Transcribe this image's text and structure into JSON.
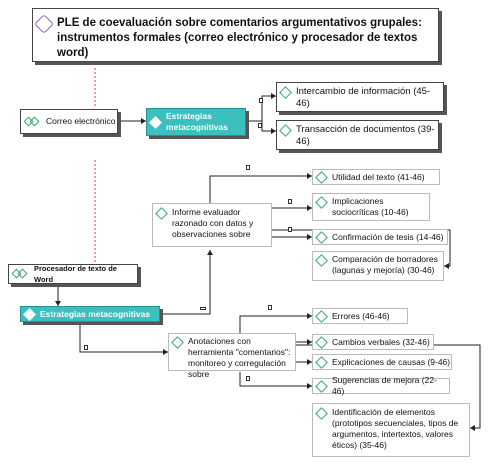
{
  "title": "PLE de coevaluación sobre comentarios argumentativos grupales: instrumentos formales (correo electrónico y procesador de textos word)",
  "correo": "Correo electrónico",
  "estrategias1": "Estrategias metacognitivas",
  "intercambio": "Intercambio de información (45-46)",
  "transaccion": "Transacción de documentos (39-46)",
  "informe": "Informe evaluador razonado con datos y observaciones sobre",
  "utilidad": "Utilidad del texto (41-46)",
  "implicaciones": "Implicaciones sociocríticas (10-46)",
  "confirmacion": "Confirmación de tesis (14-46)",
  "comparacion": "Comparación de borradores (lagunas y mejoría) (30-46)",
  "procesador": "Procesador de texto de Word",
  "estrategias2": "Estrategias metacognitivas",
  "anotaciones": "Anotaciones con herramienta \"comentarios\": monitoreo y corregulación sobre",
  "errores": "Errores (46-46)",
  "cambios": "Cambios verbales (32-46)",
  "explicaciones": "Explicaciones de causas (9-46)",
  "sugerencias": "Sugerencias de mejora (22-46)",
  "identificacion": "Identificación de elementos (prototipos secuenciales, tipos de argumentos, intertextos, valores éticos) (35-46)"
}
